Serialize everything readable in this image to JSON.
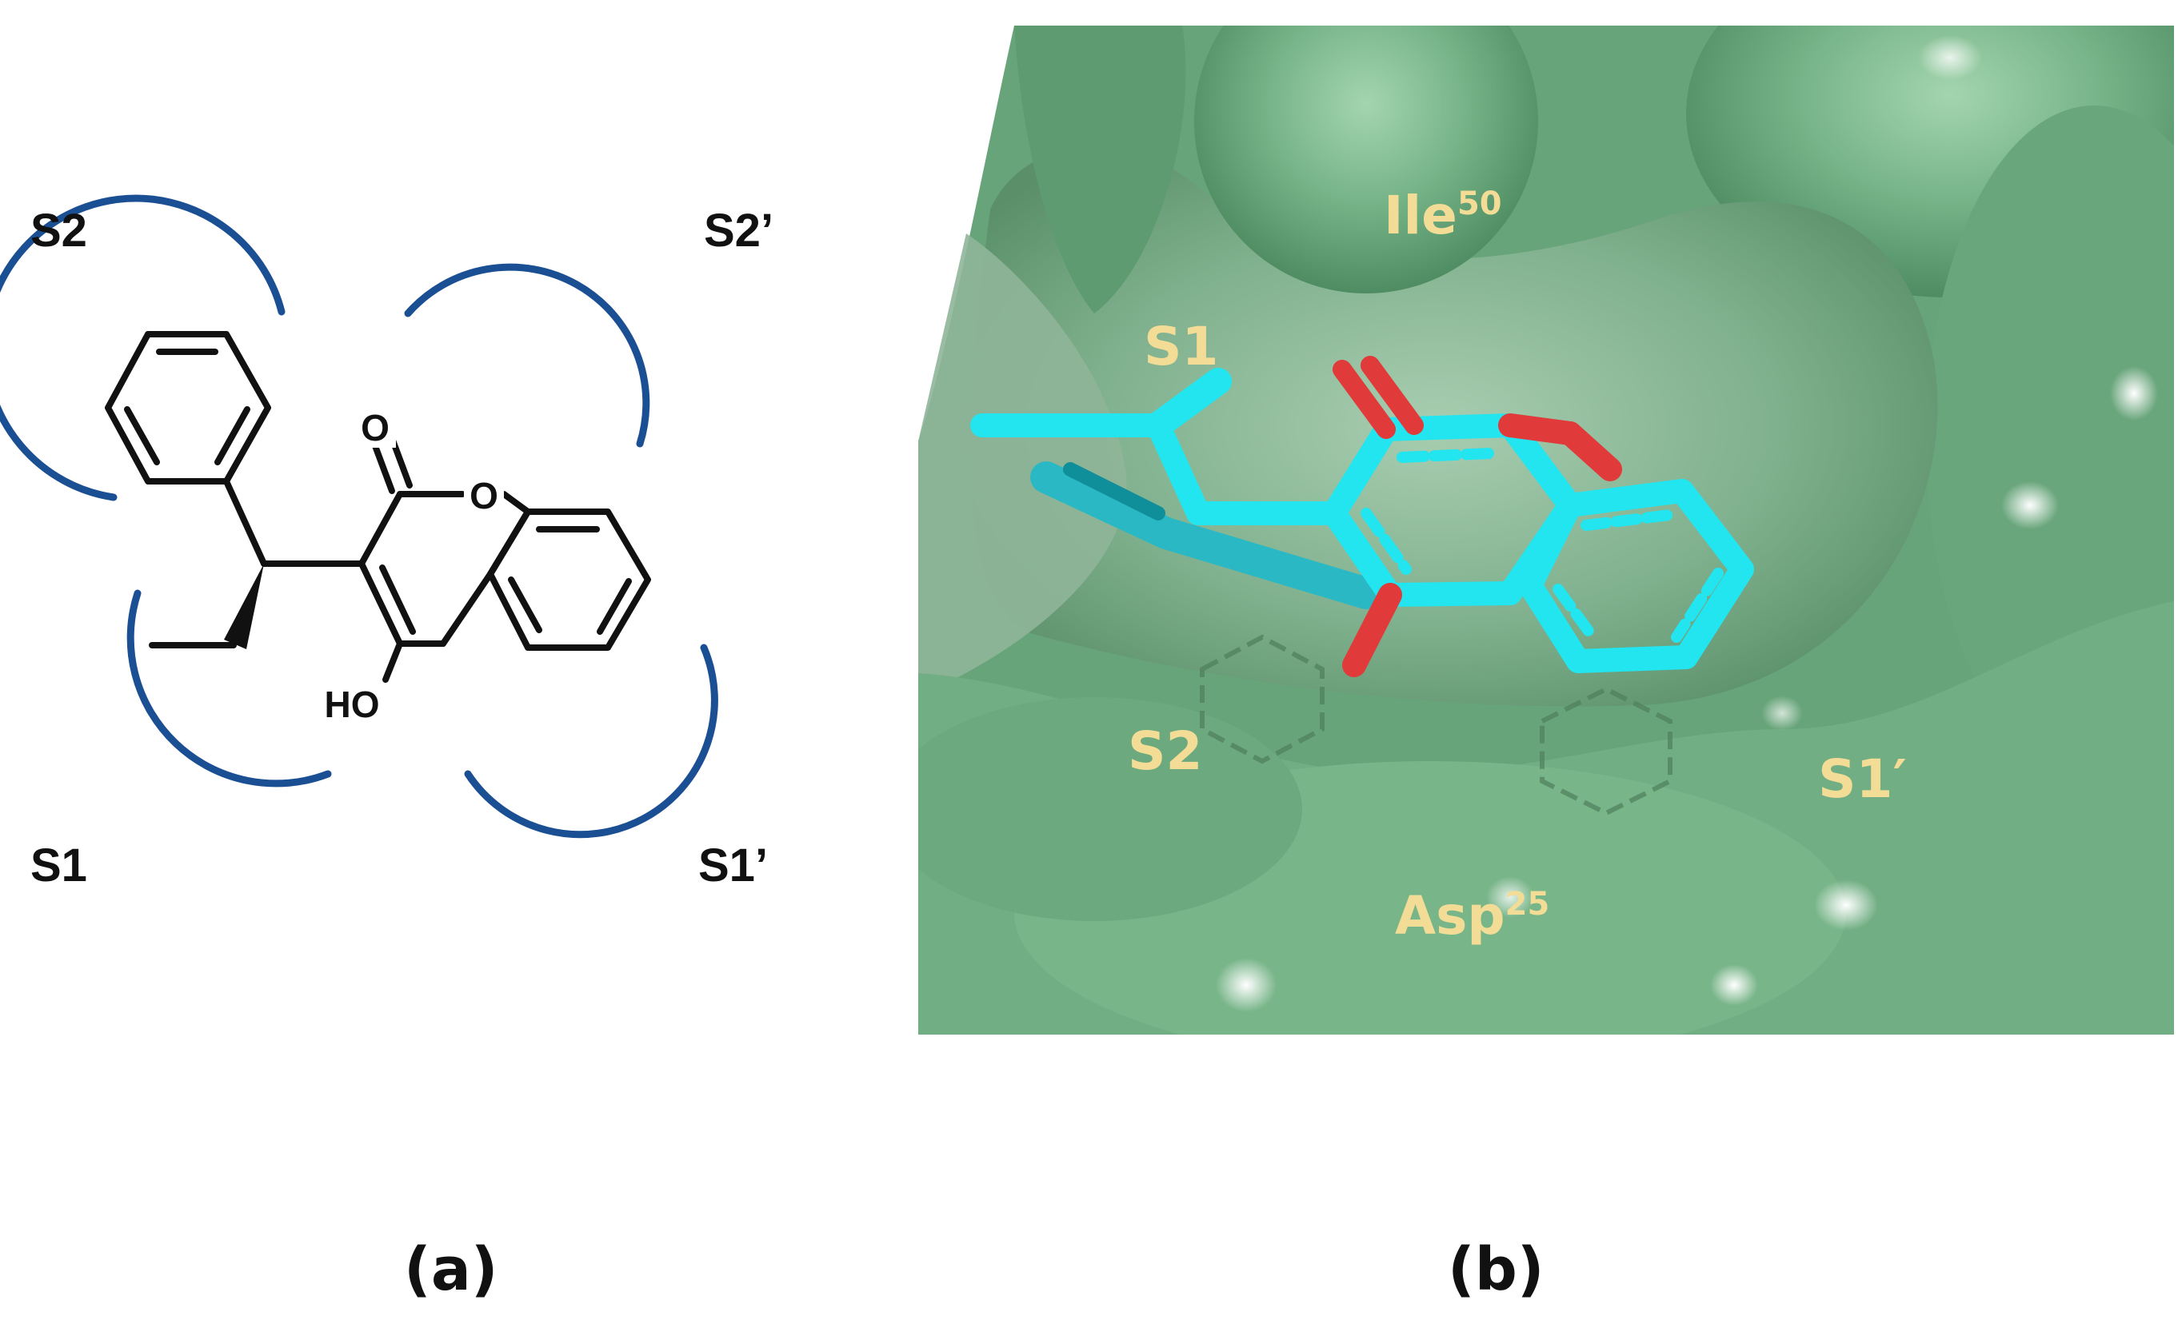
{
  "panel_a": {
    "sites": {
      "s2": "S2",
      "s2prime": "S2’",
      "s1": "S1",
      "s1prime": "S1’"
    },
    "atoms": {
      "carbonyl_o": "O",
      "ring_o": "O",
      "hydroxyl": "HO"
    },
    "caption": "(a)",
    "colors": {
      "arc": "#1b4f93",
      "bond": "#111111"
    }
  },
  "panel_b": {
    "labels": {
      "ile": "Ile",
      "ile_sup": "50",
      "s1": "S1",
      "s2": "S2",
      "s1prime": "S1′",
      "asp": "Asp",
      "asp_sup": "25"
    },
    "caption": "(b)",
    "colors": {
      "surface": "#6fae82",
      "ligand_carbon": "#22e5f0",
      "ligand_oxygen": "#e03a3a",
      "label": "#f3dc96"
    }
  }
}
